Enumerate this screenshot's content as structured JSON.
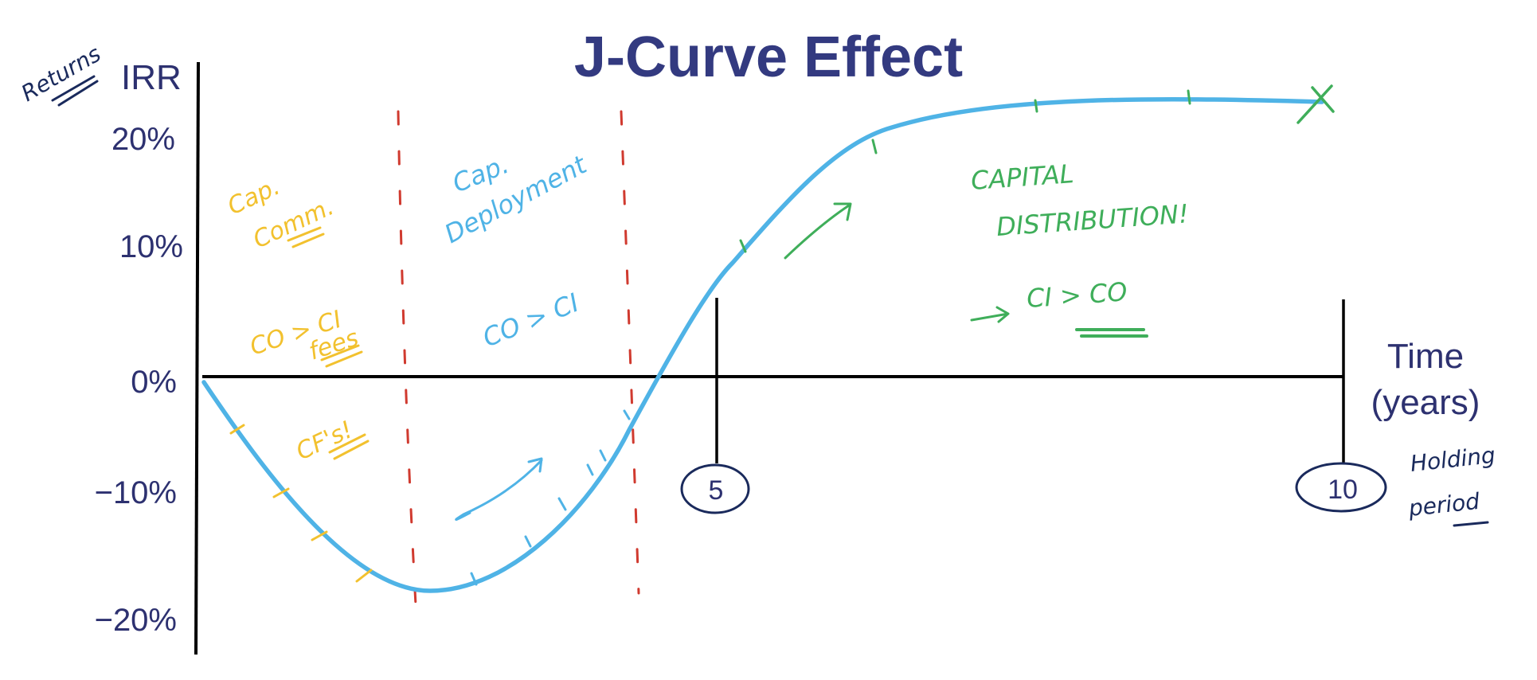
{
  "title": "J-Curve Effect",
  "y_axis": {
    "name": "IRR",
    "ticks": [
      "20%",
      "10%",
      "0%",
      "−10%",
      "−20%"
    ],
    "annotation": "Returns"
  },
  "x_axis": {
    "label_line1": "Time",
    "label_line2": "(years)",
    "markers": [
      "5",
      "10"
    ],
    "annotation_line1": "Holding",
    "annotation_line2": "period"
  },
  "phases": {
    "commitment": {
      "label_line1": "Cap.",
      "label_line2": "Comm.",
      "flow": "CO > CI",
      "note": "fees",
      "extra": "CF's!"
    },
    "deployment": {
      "label_line1": "Cap.",
      "label_line2": "Deployment",
      "flow": "CO > CI"
    },
    "distribution": {
      "label_line1": "CAPITAL",
      "label_line2": "DISTRIBUTION!",
      "flow": "CI > CO"
    }
  },
  "colors": {
    "curve": "#4fb3e6",
    "commitment": "#f2c12e",
    "deployment": "#4fb3e6",
    "distribution": "#3fae5a",
    "divider": "#d03a2f",
    "axis": "#000000",
    "text": "#2d3170",
    "title": "#333a80",
    "pen": "#1a2a5c"
  }
}
